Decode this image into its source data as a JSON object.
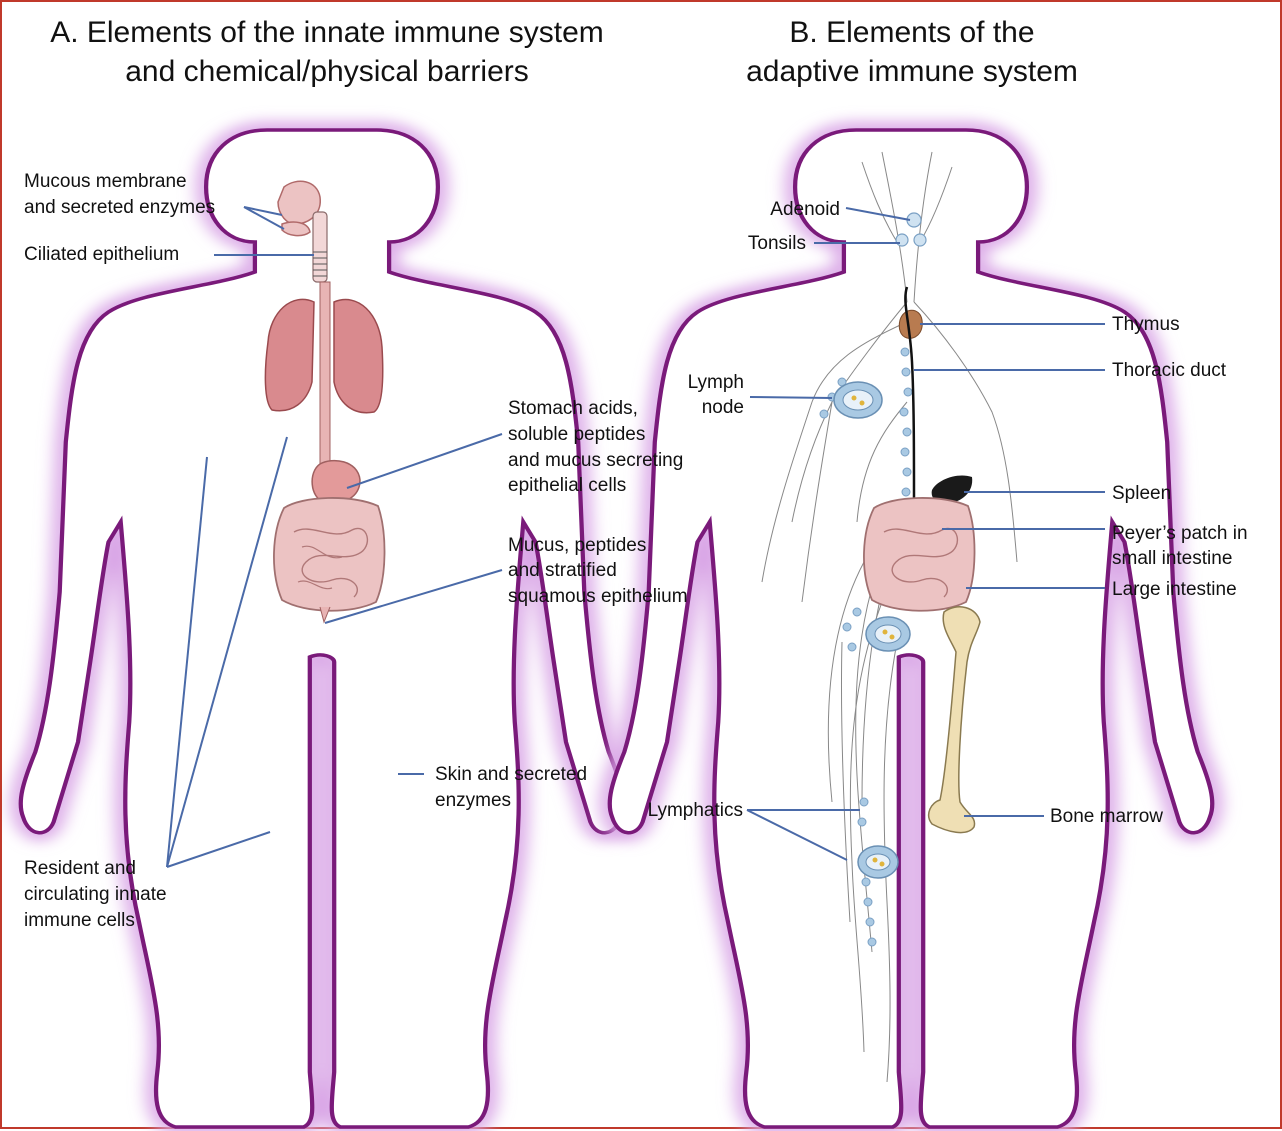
{
  "colors": {
    "frame": "#c0392b",
    "body_outline": "#7a1a7a",
    "glow": "#d9a6e6",
    "leader_line": "#4a6aa8",
    "organ_lung": "#d98a8e",
    "organ_intestine": "#ecc3c3",
    "lymph": "#a9c9e3",
    "thymus": "#b87b50",
    "spleen": "#1a1a1a",
    "bone": "#efdfb4"
  },
  "panel_a": {
    "title_line1": "A. Elements of the innate immune system",
    "title_line2": "and chemical/physical barriers",
    "labels": {
      "mucous_1": "Mucous membrane",
      "mucous_2": "and secreted enzymes",
      "ciliated": "Ciliated epithelium",
      "stomach_1": "Stomach acids,",
      "stomach_2": "soluble peptides",
      "stomach_3": "and mucus secreting",
      "stomach_4": "epithelial cells",
      "mucus_1": "Mucus, peptides",
      "mucus_2": "and stratified",
      "mucus_3": "squamous epithelium",
      "skin_1": "Skin and secreted",
      "skin_2": "enzymes",
      "resident_1": "Resident and",
      "resident_2": "circulating innate",
      "resident_3": "immune cells"
    }
  },
  "panel_b": {
    "title_line1": "B. Elements of the",
    "title_line2": "adaptive immune system",
    "labels": {
      "adenoid": "Adenoid",
      "tonsils": "Tonsils",
      "thymus": "Thymus",
      "thoracic": "Thoracic duct",
      "lymph_1": "Lymph",
      "lymph_2": "node",
      "spleen": "Spleen",
      "peyer_1": "Peyer’s patch in",
      "peyer_2": "small intestine",
      "large": "Large intestine",
      "lymphatics": "Lymphatics",
      "bone": "Bone marrow"
    }
  }
}
